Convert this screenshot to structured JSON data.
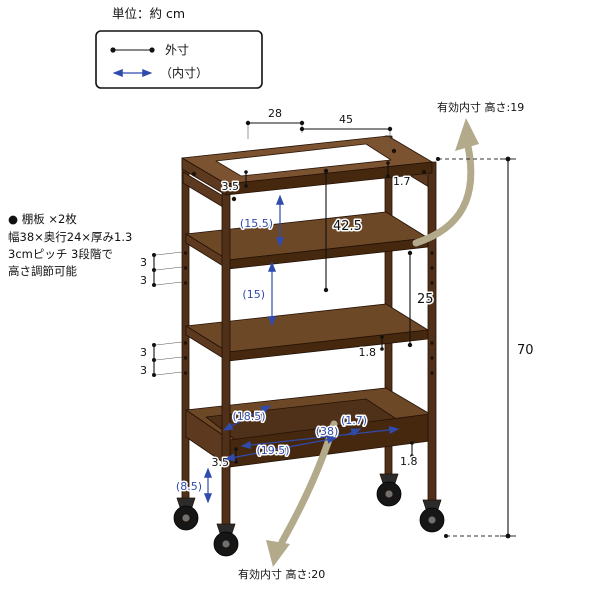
{
  "header": {
    "unit_label": "単位：約 cm"
  },
  "legend": {
    "outer_label": "外寸",
    "inner_label": "（内寸）"
  },
  "notes": {
    "line1": "● 棚板 ×2枚",
    "line2": "幅38×奥行24×厚み1.3",
    "line3": "3cmピッチ 3段階で",
    "line4": "高さ調節可能"
  },
  "callouts": {
    "top_clearance": "有効内寸 高さ:19",
    "bottom_clearance": "有効内寸 高さ:20"
  },
  "dims": {
    "top_depth": "28",
    "top_width": "45",
    "top_frame_left": "3.5",
    "top_frame_right": "1.7",
    "opening_to_shelf1": "(15.5)",
    "top_to_shelf2": "42.5",
    "pitch_upper_a": "3",
    "pitch_upper_b": "3",
    "shelf1_to_shelf2": "(15)",
    "right_shelf_gap": "25",
    "pitch_lower_a": "3",
    "pitch_lower_b": "3",
    "shelf_thickness": "1.8",
    "box_inner_depth": "(18.5)",
    "box_inner_width": "(38)",
    "box_rim": "(1.7)",
    "box_inner_diag": "(19.5)",
    "box_frame_left": "3.5",
    "box_inner_height": "(8.5)",
    "box_thickness": "1.8",
    "total_height": "70"
  },
  "colors": {
    "dimension_black": "#111111",
    "dimension_blue": "#2f4bad",
    "wood_dark": "#46280f",
    "wood_mid": "#6d4827",
    "wood_light": "#7b5331",
    "flow_arrow": "#b3a98b"
  }
}
